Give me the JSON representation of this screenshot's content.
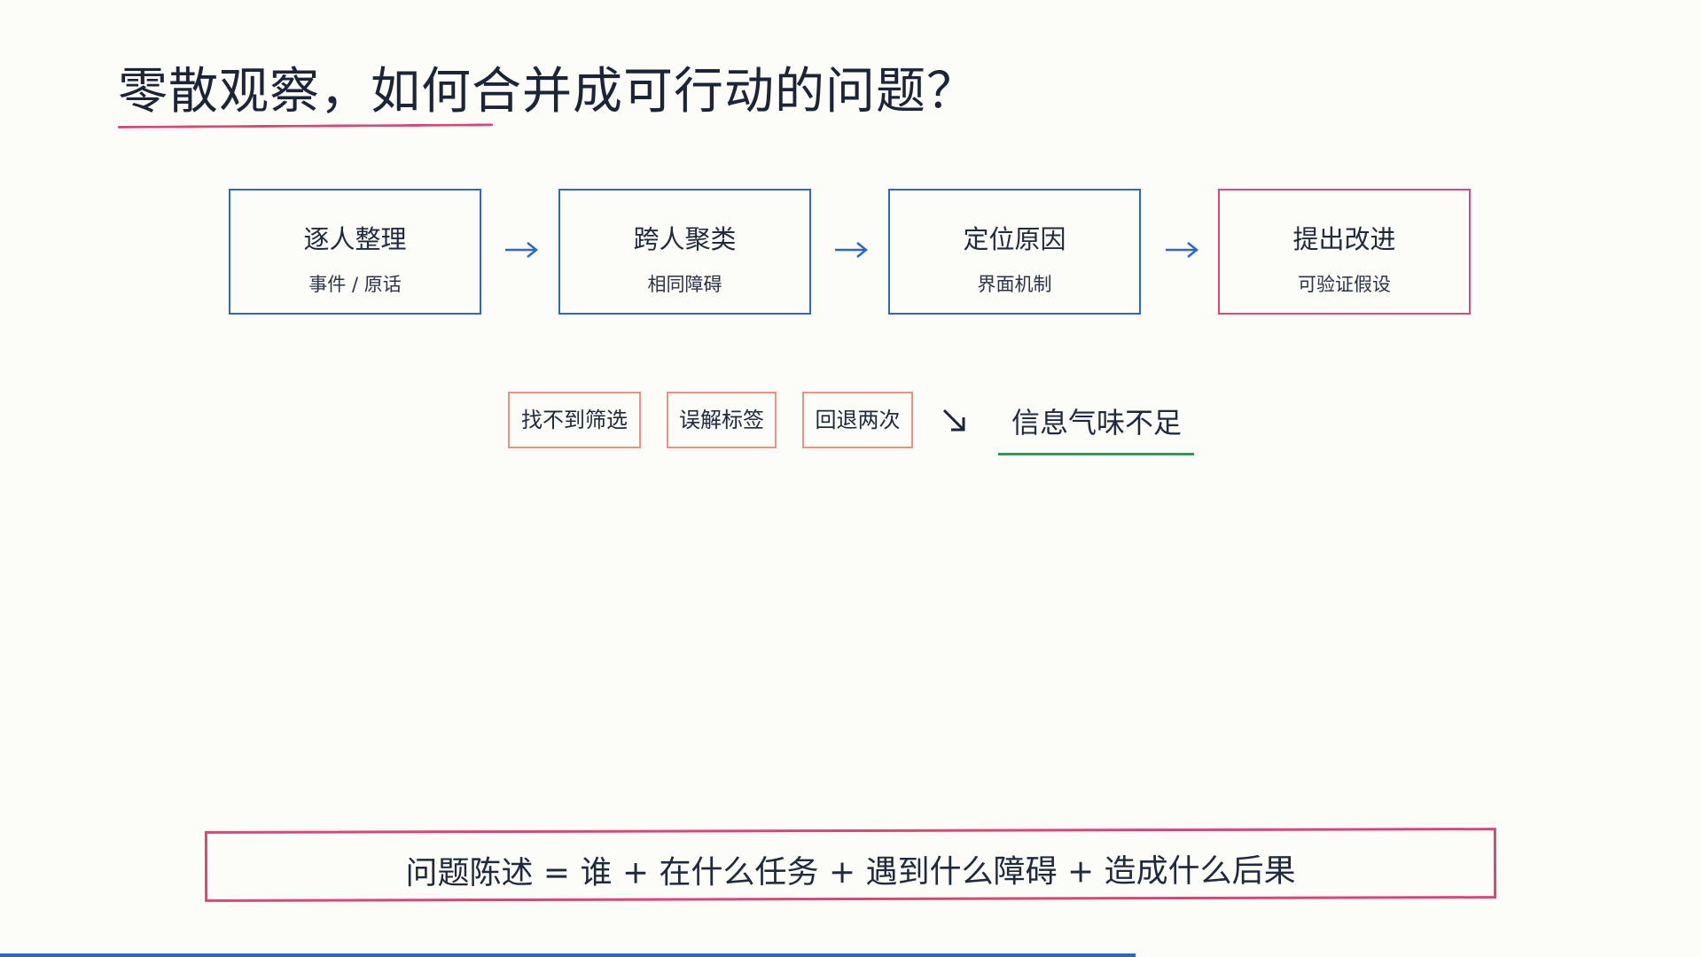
{
  "title": "零散观察，如何合并成可行动的问题？",
  "colors": {
    "primary_blue": "#2f66c6",
    "accent_pink": "#d9467a",
    "tag_border": "#ef8f86",
    "success_green": "#2f9a57"
  },
  "steps": [
    {
      "main": "逐人整理",
      "sub": "事件 / 原话"
    },
    {
      "main": "跨人聚类",
      "sub": "相同障碍"
    },
    {
      "main": "定位原因",
      "sub": "界面机制"
    },
    {
      "main": "提出改进",
      "sub": "可验证假设"
    }
  ],
  "tags": [
    "找不到筛选",
    "误解标签",
    "回退两次"
  ],
  "conclusion": "信息气味不足",
  "formula": "问题陈述 = 谁 + 在什么任务 + 遇到什么障碍 + 造成什么后果",
  "progress": {
    "fraction": 0.667
  }
}
